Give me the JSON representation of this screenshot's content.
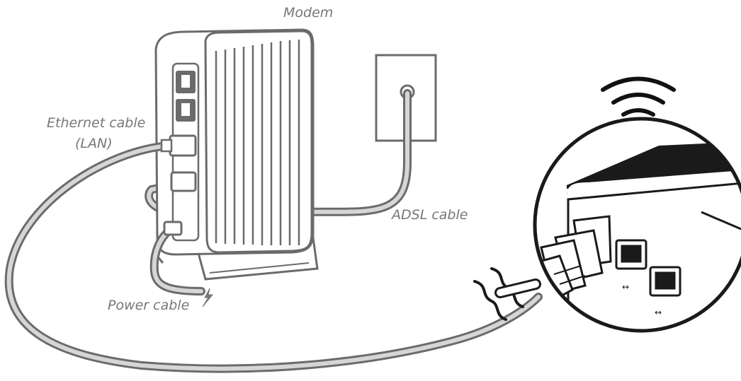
{
  "labels": {
    "modem": "Modem",
    "ethernet_line1": "Ethernet cable",
    "ethernet_line2": "(LAN)",
    "adsl": "ADSL cable",
    "power": "Power cable"
  },
  "colors": {
    "line": "#6b6b6b",
    "label": "#777777",
    "cable_fill": "#d6d6d6",
    "outline": "#1a1a1a",
    "background": "#ffffff"
  },
  "icons": [
    "wifi-signal-icon",
    "lightning-bolt-icon",
    "network-port-icon"
  ]
}
